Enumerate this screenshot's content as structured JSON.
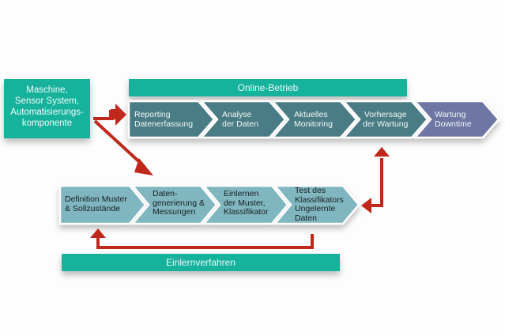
{
  "colors": {
    "teal": "#14b29c",
    "online_step": "#4a7c84",
    "final_step": "#6e76a4",
    "learn_step": "#7fb6bf",
    "arrow": "#c0281c"
  },
  "source_box": {
    "label": "Maschine,\nSensor System,\nAutomatisierungs-\nkomponente"
  },
  "online": {
    "header": "Online-Betrieb",
    "steps": [
      {
        "label": "Reporting\nDatenerfassung"
      },
      {
        "label": "Analyse\nder Daten"
      },
      {
        "label": "Aktuelles\nMonitoring"
      },
      {
        "label": "Vorhersage\nder Wartung"
      },
      {
        "label": "Wartung\nDowntime"
      }
    ]
  },
  "learning": {
    "header": "Einlernverfahren",
    "steps": [
      {
        "label": "Definition Muster\n& Sollzustände"
      },
      {
        "label": "Daten-\ngenerierung &\nMessungen"
      },
      {
        "label": "Einlernen\nder Muster,\nKlassifikator"
      },
      {
        "label": "Test des\nKlassifikators\nUngelernte\nDaten"
      }
    ]
  }
}
